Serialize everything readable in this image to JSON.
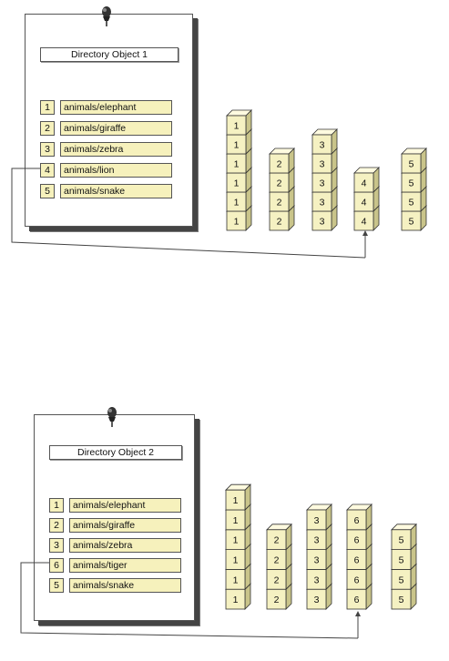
{
  "colors": {
    "block_front": "#f5f1c2",
    "block_top": "#fffbe0",
    "block_side": "#c9c48a",
    "entry_fill": "#f6f1bc",
    "line": "#444444"
  },
  "diagrams": [
    {
      "title": "Directory Object 1",
      "entries": [
        {
          "num": "1",
          "path": "animals/elephant"
        },
        {
          "num": "2",
          "path": "animals/giraffe"
        },
        {
          "num": "3",
          "path": "animals/zebra"
        },
        {
          "num": "4",
          "path": "animals/lion"
        },
        {
          "num": "5",
          "path": "animals/snake"
        }
      ],
      "stacks": [
        {
          "label": "1",
          "count": 6
        },
        {
          "label": "2",
          "count": 4
        },
        {
          "label": "3",
          "count": 5
        },
        {
          "label": "4",
          "count": 3
        },
        {
          "label": "5",
          "count": 4
        }
      ],
      "link_entry": 3,
      "link_stack": 3
    },
    {
      "title": "Directory Object 2",
      "entries": [
        {
          "num": "1",
          "path": "animals/elephant"
        },
        {
          "num": "2",
          "path": "animals/giraffe"
        },
        {
          "num": "3",
          "path": "animals/zebra"
        },
        {
          "num": "6",
          "path": "animals/tiger"
        },
        {
          "num": "5",
          "path": "animals/snake"
        }
      ],
      "stacks": [
        {
          "label": "1",
          "count": 6
        },
        {
          "label": "2",
          "count": 4
        },
        {
          "label": "3",
          "count": 5
        },
        {
          "label": "6",
          "count": 5
        },
        {
          "label": "5",
          "count": 4
        }
      ],
      "link_entry": 3,
      "link_stack": 3
    }
  ]
}
